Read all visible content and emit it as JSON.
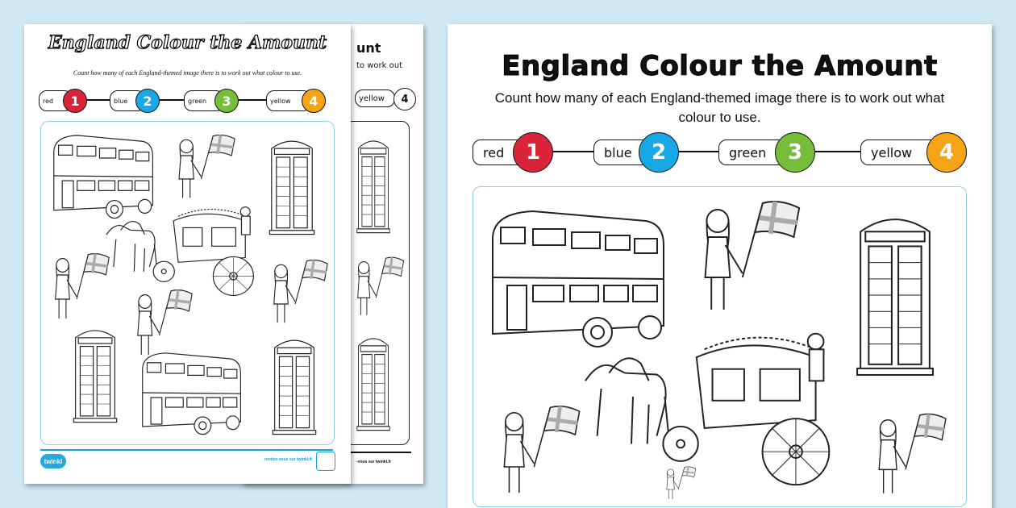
{
  "worksheet": {
    "title": "England Colour the Amount",
    "instruction": "Count how many of each England-themed image there is to work out what colour to use.",
    "key": [
      {
        "label": "red",
        "number": "1",
        "color": "#d9243a"
      },
      {
        "label": "blue",
        "number": "2",
        "color": "#18a8e6"
      },
      {
        "label": "green",
        "number": "3",
        "color": "#76bd3a"
      },
      {
        "label": "yellow",
        "number": "4",
        "color": "#f6a316"
      }
    ],
    "back_page": {
      "title_fragment": "unt",
      "instruction_fragment": "to work out",
      "key_label": "yellow",
      "key_number": "4",
      "footer_fragment": "-vous sur twinkl.fr"
    },
    "images": [
      "bus",
      "phone-box",
      "girl-with-flag",
      "royal-carriage"
    ],
    "footer": {
      "logo": "twinkl",
      "link": "rendez-vous sur twinkl.fr"
    },
    "colors": {
      "background": "#cfe8f3",
      "accent": "#1aa0dc",
      "box_border": "#8fd0ee"
    }
  }
}
